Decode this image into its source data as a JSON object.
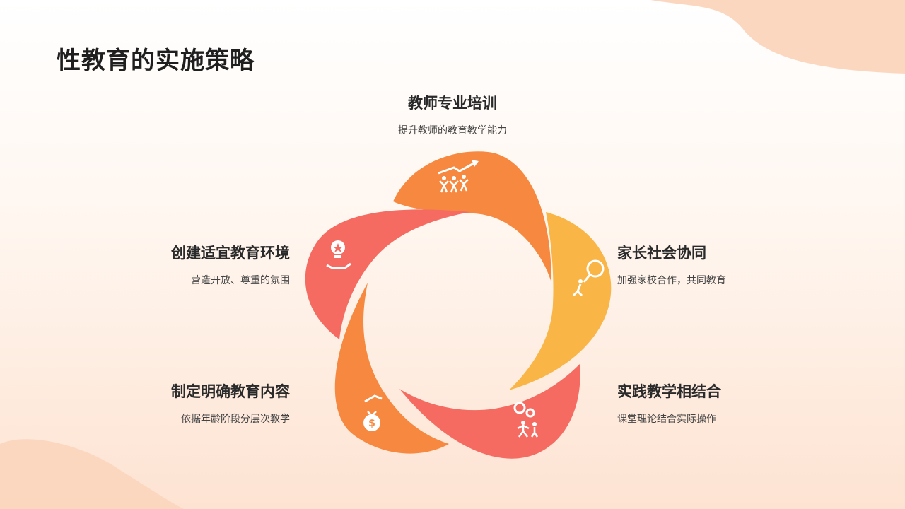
{
  "page": {
    "title": "性教育的实施策略"
  },
  "strategies": [
    {
      "title": "教师专业培训",
      "desc": "提升教师的教育教学能力",
      "color": "#f7883f",
      "icon": "team-growth-icon"
    },
    {
      "title": "家长社会协同",
      "desc": "加强家校合作，共同教育",
      "color": "#f9b545",
      "icon": "magnifier-person-icon"
    },
    {
      "title": "实践教学相结合",
      "desc": "课堂理论结合实际操作",
      "color": "#f56b61",
      "icon": "gears-people-icon"
    },
    {
      "title": "制定明确教育内容",
      "desc": "依据年龄阶段分层次教学",
      "color": "#f7883f",
      "icon": "money-bag-icon"
    },
    {
      "title": "创建适宜教育环境",
      "desc": "营造开放、尊重的氛围",
      "color": "#f56b61",
      "icon": "lightbulb-hand-icon"
    }
  ]
}
